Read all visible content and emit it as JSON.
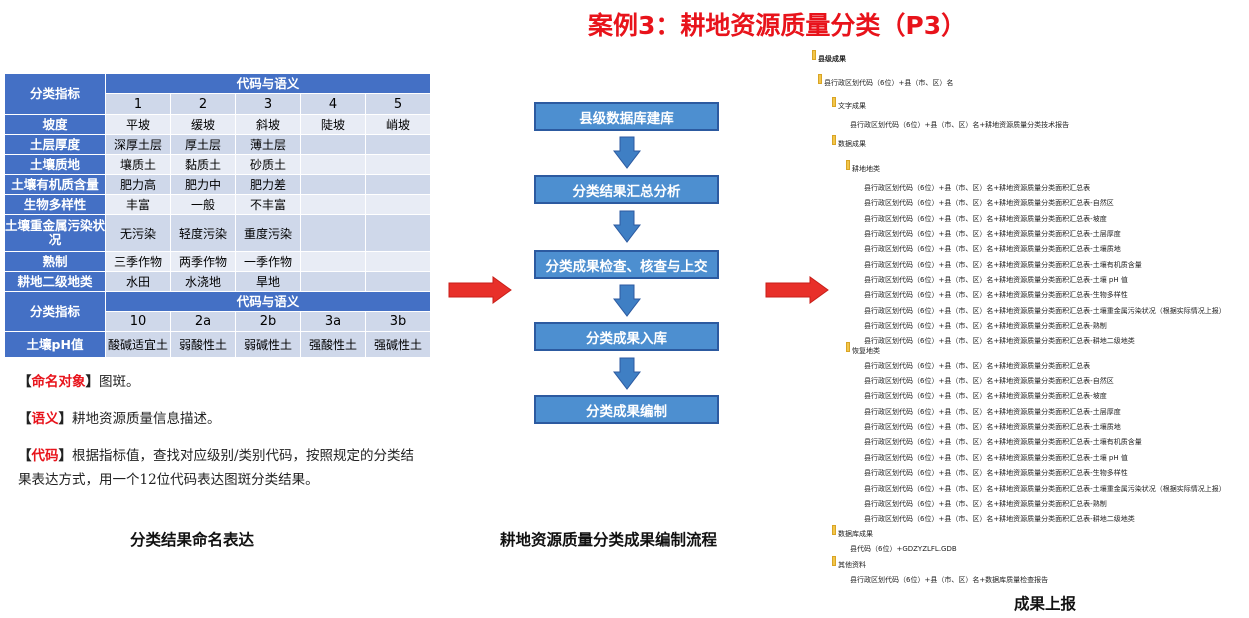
{
  "title": "案例3：耕地资源质量分类（P3）",
  "table": {
    "top_header": {
      "label": "分类指标",
      "group": "代码与语义",
      "codes": [
        "1",
        "2",
        "3",
        "4",
        "5"
      ]
    },
    "rows": [
      {
        "label": "坡度",
        "cells": [
          "平坡",
          "缓坡",
          "斜坡",
          "陡坡",
          "峭坡"
        ]
      },
      {
        "label": "土层厚度",
        "cells": [
          "深厚土层",
          "厚土层",
          "薄土层",
          "",
          ""
        ]
      },
      {
        "label": "土壤质地",
        "cells": [
          "壤质土",
          "黏质土",
          "砂质土",
          "",
          ""
        ]
      },
      {
        "label": "土壤有机质含量",
        "cells": [
          "肥力高",
          "肥力中",
          "肥力差",
          "",
          ""
        ]
      },
      {
        "label": "生物多样性",
        "cells": [
          "丰富",
          "一般",
          "不丰富",
          "",
          ""
        ]
      },
      {
        "label": "土壤重金属污染状况",
        "cells": [
          "无污染",
          "轻度污染",
          "重度污染",
          "",
          ""
        ]
      },
      {
        "label": "熟制",
        "cells": [
          "三季作物",
          "两季作物",
          "一季作物",
          "",
          ""
        ]
      },
      {
        "label": "耕地二级地类",
        "cells": [
          "水田",
          "水浇地",
          "旱地",
          "",
          ""
        ]
      }
    ],
    "bottom_header": {
      "label": "分类指标",
      "group": "代码与语义",
      "codes": [
        "10",
        "2a",
        "2b",
        "3a",
        "3b"
      ]
    },
    "ph_row": {
      "label": "土壤pH值",
      "cells": [
        "酸碱适宜土",
        "弱酸性土",
        "弱碱性土",
        "强酸性土",
        "强碱性土"
      ]
    }
  },
  "notes": [
    {
      "open": "【",
      "key": "命名对象",
      "close": "】",
      "text": "图斑。"
    },
    {
      "open": "【",
      "key": "语义",
      "close": "】",
      "text": "耕地资源质量信息描述。"
    },
    {
      "open": "【",
      "key": "代码",
      "close": "】",
      "text": "根据指标值，查找对应级别/类别代码，按照规定的分类结果表达方式，用一个12位代码表达图斑分类结果。"
    }
  ],
  "captions": {
    "left": "分类结果命名表达",
    "middle": "耕地资源质量分类成果编制流程",
    "right": "成果上报"
  },
  "flow": [
    "县级数据库建库",
    "分类结果汇总分析",
    "分类成果检查、核查与上交",
    "分类成果入库",
    "分类成果编制"
  ],
  "colors": {
    "title": "#e8131b",
    "table_header": "#4470c5",
    "flow_box": "#4d8fd0",
    "arrow_red": "#e8302a",
    "arrow_blue": "#3f7fc4",
    "folder": "#f2c64a"
  },
  "tree": [
    {
      "level": 0,
      "folder": true,
      "text": "县级成果"
    },
    {
      "level": 1,
      "folder": true,
      "text": "县行政区划代码（6位）+县（市、区）名"
    },
    {
      "level": 2,
      "folder": true,
      "text": "文字成果"
    },
    {
      "level": 3,
      "folder": false,
      "text": "县行政区划代码（6位）+县（市、区）名+耕地资源质量分类技术报告"
    },
    {
      "level": 2,
      "folder": true,
      "text": "数据成果"
    },
    {
      "level": 3,
      "folder": true,
      "text": "耕地地类"
    },
    {
      "level": 4,
      "folder": false,
      "text": "县行政区划代码（6位）+县（市、区）名+耕地资源质量分类面积汇总表"
    },
    {
      "level": 4,
      "folder": false,
      "text": "县行政区划代码（6位）+县（市、区）名+耕地资源质量分类面积汇总表-自然区"
    },
    {
      "level": 4,
      "folder": false,
      "text": "县行政区划代码（6位）+县（市、区）名+耕地资源质量分类面积汇总表-坡度"
    },
    {
      "level": 4,
      "folder": false,
      "text": "县行政区划代码（6位）+县（市、区）名+耕地资源质量分类面积汇总表-土层厚度"
    },
    {
      "level": 4,
      "folder": false,
      "text": "县行政区划代码（6位）+县（市、区）名+耕地资源质量分类面积汇总表-土壤质地"
    },
    {
      "level": 4,
      "folder": false,
      "text": "县行政区划代码（6位）+县（市、区）名+耕地资源质量分类面积汇总表-土壤有机质含量"
    },
    {
      "level": 4,
      "folder": false,
      "text": "县行政区划代码（6位）+县（市、区）名+耕地资源质量分类面积汇总表-土壤 pH 值"
    },
    {
      "level": 4,
      "folder": false,
      "text": "县行政区划代码（6位）+县（市、区）名+耕地资源质量分类面积汇总表-生物多样性"
    },
    {
      "level": 4,
      "folder": false,
      "text": "县行政区划代码（6位）+县（市、区）名+耕地资源质量分类面积汇总表-土壤重金属污染状况（根据实际情况上报）"
    },
    {
      "level": 4,
      "folder": false,
      "text": "县行政区划代码（6位）+县（市、区）名+耕地资源质量分类面积汇总表-熟制"
    },
    {
      "level": 4,
      "folder": false,
      "text": "县行政区划代码（6位）+县（市、区）名+耕地资源质量分类面积汇总表-耕地二级地类"
    },
    {
      "level": 3,
      "folder": true,
      "text": "恢复地类"
    },
    {
      "level": 4,
      "folder": false,
      "text": "县行政区划代码（6位）+县（市、区）名+耕地资源质量分类面积汇总表"
    },
    {
      "level": 4,
      "folder": false,
      "text": "县行政区划代码（6位）+县（市、区）名+耕地资源质量分类面积汇总表-自然区"
    },
    {
      "level": 4,
      "folder": false,
      "text": "县行政区划代码（6位）+县（市、区）名+耕地资源质量分类面积汇总表-坡度"
    },
    {
      "level": 4,
      "folder": false,
      "text": "县行政区划代码（6位）+县（市、区）名+耕地资源质量分类面积汇总表-土层厚度"
    },
    {
      "level": 4,
      "folder": false,
      "text": "县行政区划代码（6位）+县（市、区）名+耕地资源质量分类面积汇总表-土壤质地"
    },
    {
      "level": 4,
      "folder": false,
      "text": "县行政区划代码（6位）+县（市、区）名+耕地资源质量分类面积汇总表-土壤有机质含量"
    },
    {
      "level": 4,
      "folder": false,
      "text": "县行政区划代码（6位）+县（市、区）名+耕地资源质量分类面积汇总表-土壤 pH 值"
    },
    {
      "level": 4,
      "folder": false,
      "text": "县行政区划代码（6位）+县（市、区）名+耕地资源质量分类面积汇总表-生物多样性"
    },
    {
      "level": 4,
      "folder": false,
      "text": "县行政区划代码（6位）+县（市、区）名+耕地资源质量分类面积汇总表-土壤重金属污染状况（根据实际情况上报）"
    },
    {
      "level": 4,
      "folder": false,
      "text": "县行政区划代码（6位）+县（市、区）名+耕地资源质量分类面积汇总表-熟制"
    },
    {
      "level": 4,
      "folder": false,
      "text": "县行政区划代码（6位）+县（市、区）名+耕地资源质量分类面积汇总表-耕地二级地类"
    },
    {
      "level": 2,
      "folder": true,
      "text": "数据库成果"
    },
    {
      "level": 3,
      "folder": false,
      "text": "县代码（6位）+GDZYZLFL.GDB"
    },
    {
      "level": 2,
      "folder": true,
      "text": "其他资料"
    },
    {
      "level": 3,
      "folder": false,
      "text": "县行政区划代码（6位）+县（市、区）名+数据库质量检查报告"
    }
  ]
}
